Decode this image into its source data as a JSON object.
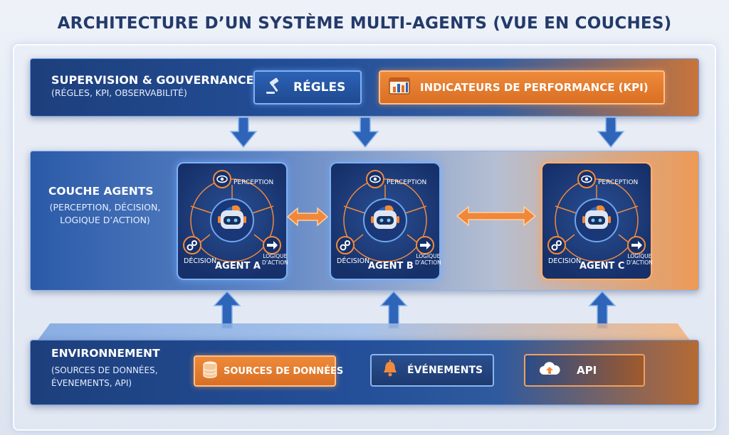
{
  "title": "ARCHITECTURE D’UN SYSTÈME MULTI-AGENTS (VUE EN COUCHES)",
  "supervision": {
    "heading": "SUPERVISION & GOUVERNANCE",
    "sub": "(RÉGLES, KPI, OBSERVABILITÉ)",
    "rules_label": "RÉGLES",
    "kpi_label": "INDICATEURS DE PERFORMANCE (KPI)"
  },
  "agents_layer": {
    "heading": "COUCHE AGENTS",
    "sub_1": "(PERCEPTION, DÉCISION,",
    "sub_2": "LOGIQUE D’ACTION)",
    "agents": [
      {
        "name": "AGENT A",
        "perception": "PERCEPTION",
        "decision": "DÉCISION",
        "logic_1": "LOGIQUE",
        "logic_2": "D’ACTION"
      },
      {
        "name": "AGENT B",
        "perception": "PERCEPTION",
        "decision": "DÉCISION",
        "logic_1": "LOGIQUE",
        "logic_2": "D’ACTION"
      },
      {
        "name": "AGENT C",
        "perception": "PERCEPTION",
        "decision": "DECISION",
        "logic_1": "LOGIQUE",
        "logic_2": "D’ACTION"
      }
    ]
  },
  "environment": {
    "heading": "ENVIRONNEMENT",
    "sub_1": "(SOURCES DE DONNÉES,",
    "sub_2": "ÉVENEMENTS, API)",
    "sources_label": "SOURCES DE DONNÉES",
    "events_label": "ÉVÉNEMENTS",
    "api_label": "API"
  },
  "colors": {
    "blue": "#2c62b6",
    "orange": "#ef8a3a",
    "navy": "#1d3f7c",
    "title": "#243a6b"
  },
  "icons": [
    "gavel-icon",
    "bar-chart-icon",
    "eye-icon",
    "robot-icon",
    "brain-icon",
    "gears-icon",
    "arrow-right-icon",
    "database-icon",
    "bell-icon",
    "cloud-upload-icon"
  ]
}
